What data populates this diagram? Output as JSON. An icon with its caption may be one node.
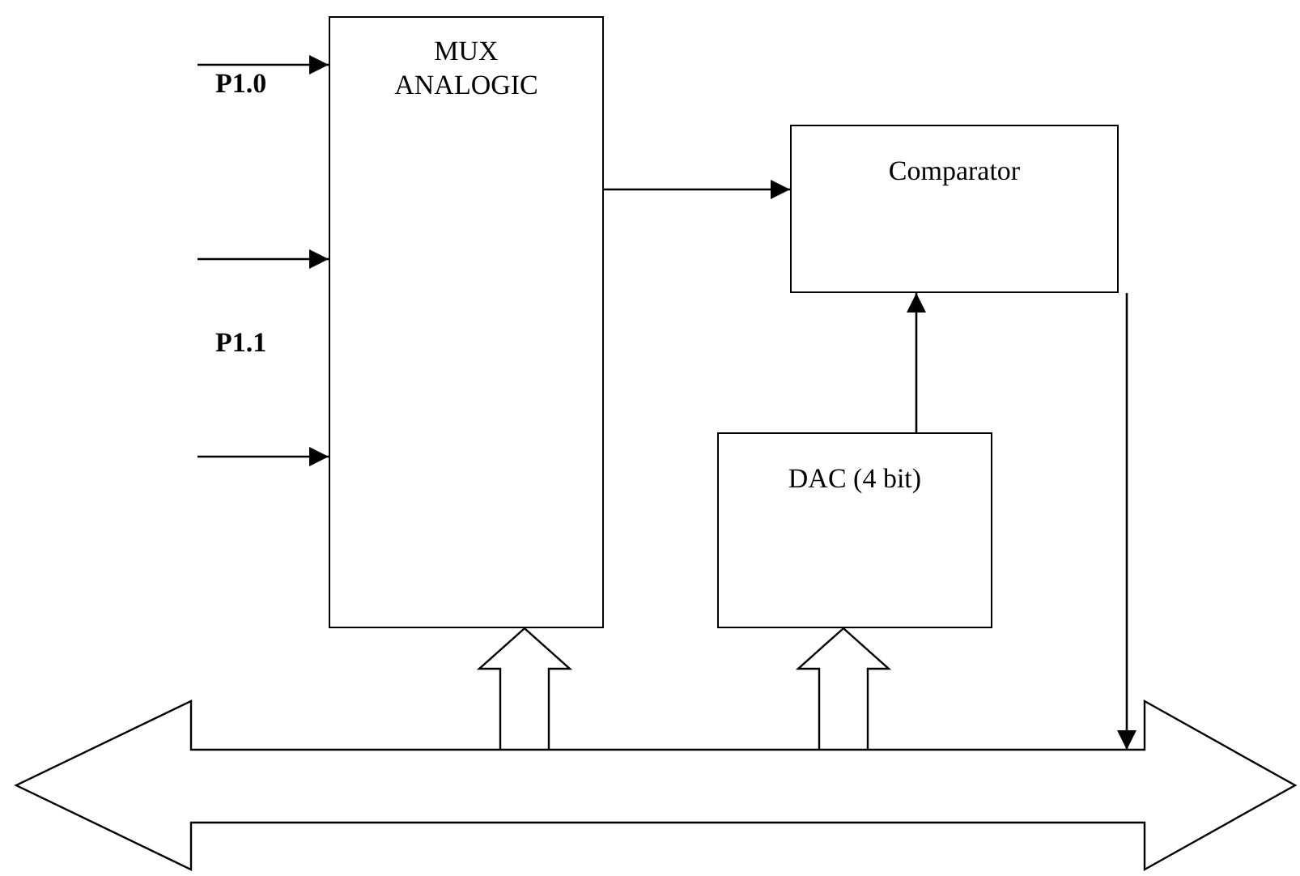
{
  "diagram": {
    "nodes": [
      {
        "text": [
          "MUX ANALOGIC"
        ]
      },
      {
        "text": [
          "Comparator"
        ]
      },
      {
        "text": [
          "DAC (4 bit)"
        ]
      },
      {
        "text": [],
        "shape": "bar"
      }
    ],
    "edges": [
      {
        "from": null,
        "to": 0,
        "arrow": "to"
      },
      {
        "from": null,
        "to": 0,
        "arrow": "to"
      },
      {
        "from": null,
        "to": 0,
        "arrow": "to"
      },
      {
        "from": 0,
        "to": 1,
        "arrow": "to"
      },
      {
        "from": 2,
        "to": 1,
        "arrow": "to"
      },
      {
        "from": 1,
        "to": 3,
        "arrow": "to"
      },
      {
        "from": 3,
        "to": 0,
        "arrow": "to",
        "style": "thick"
      },
      {
        "from": 3,
        "to": 2,
        "arrow": "to",
        "style": "thick"
      }
    ],
    "labels": [
      "P1.0",
      "P1.1"
    ]
  }
}
